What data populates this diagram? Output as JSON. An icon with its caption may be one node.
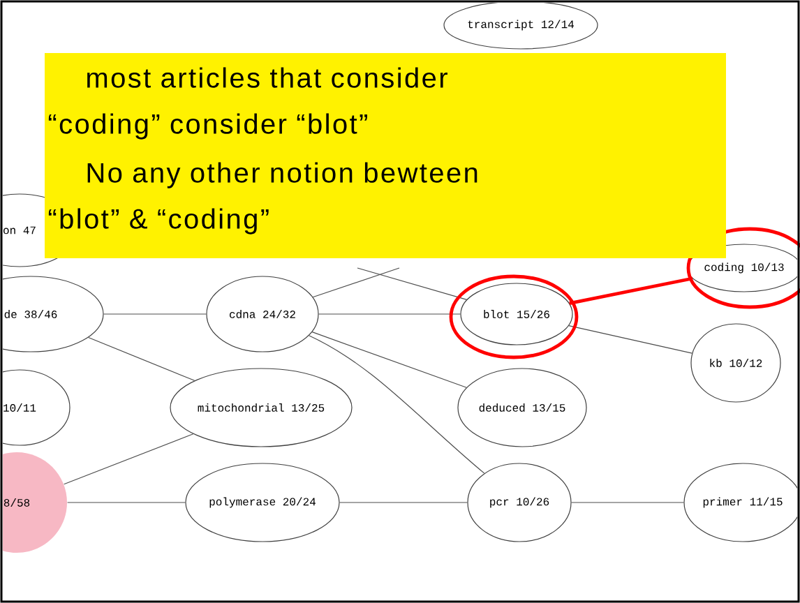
{
  "diagram": {
    "nodes": [
      {
        "text": [
          "transcript 12/14"
        ]
      },
      {
        "text": [
          "on 47"
        ]
      },
      {
        "text": [
          "coding 10/13"
        ]
      },
      {
        "text": [
          "de 38/46"
        ]
      },
      {
        "text": [
          "cdna 24/32"
        ]
      },
      {
        "text": [
          "blot 15/26"
        ]
      },
      {
        "text": [
          "kb 10/12"
        ]
      },
      {
        "text": [
          "10/11"
        ]
      },
      {
        "text": [
          "mitochondrial 13/25"
        ]
      },
      {
        "text": [
          "deduced 13/15"
        ]
      },
      {
        "text": [
          "8/58"
        ]
      },
      {
        "text": [
          "polymerase 20/24"
        ]
      },
      {
        "text": [
          "pcr 10/26"
        ]
      },
      {
        "text": [
          "primer 11/15"
        ]
      }
    ],
    "edges": [
      {
        "from": 3,
        "to": 4,
        "arrow": "none"
      },
      {
        "from": 4,
        "to": 5,
        "arrow": "none"
      },
      {
        "from": 4,
        "to": null,
        "arrow": "none"
      },
      {
        "from": 5,
        "to": null,
        "arrow": "none"
      },
      {
        "from": 5,
        "to": 2,
        "arrow": "none",
        "style": "thick",
        "color": "#ff0000"
      },
      {
        "from": 5,
        "to": 6,
        "arrow": "none"
      },
      {
        "from": 3,
        "to": 8,
        "arrow": "none"
      },
      {
        "from": 4,
        "to": 9,
        "arrow": "none"
      },
      {
        "from": 4,
        "to": 12,
        "arrow": "none"
      },
      {
        "from": 10,
        "to": 8,
        "arrow": "none"
      },
      {
        "from": 10,
        "to": 11,
        "arrow": "none"
      },
      {
        "from": 11,
        "to": 12,
        "arrow": "none"
      },
      {
        "from": 12,
        "to": 13,
        "arrow": "none"
      }
    ],
    "labels": [
      "most articles that consider “coding” consider “blot”",
      "No any other notion bewteen “blot” & “coding”"
    ]
  }
}
